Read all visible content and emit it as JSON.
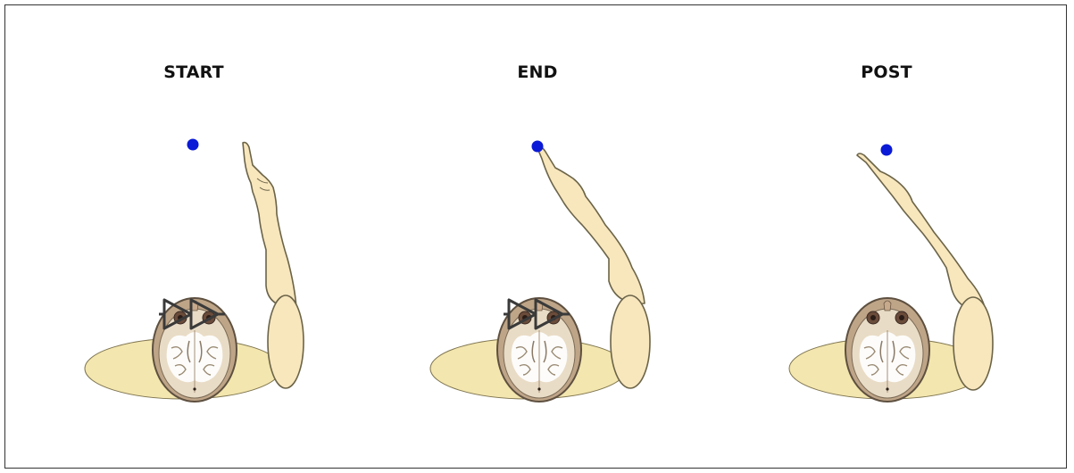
{
  "panels": [
    {
      "label": "START"
    },
    {
      "label": "END"
    },
    {
      "label": "POST"
    }
  ],
  "colors": {
    "target": "#0a1ad6",
    "skin": "#f8e6bd",
    "table": "#f3e6ae",
    "outline": "#6b6448",
    "goggles": "#3a3a3a",
    "brain_bg": "#d8c7ad",
    "frame": "#333333"
  }
}
